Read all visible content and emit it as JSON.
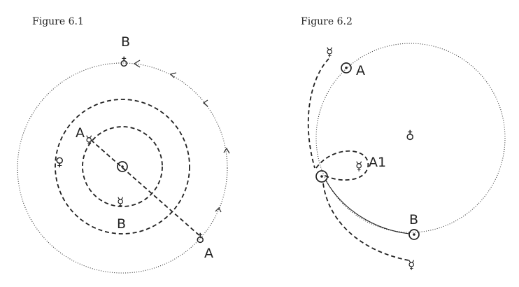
{
  "figure1": {
    "caption": "Figure 6.1",
    "label_B_outer": "B",
    "label_A_inner": "A",
    "label_B_inner": "B",
    "label_A_outer": "A",
    "sym_earth_B": "♁",
    "sym_mercury_A": "☿",
    "sym_mercury_B": "☿",
    "sym_venus": "♀",
    "sym_earth_A": "♁"
  },
  "figure2": {
    "caption": "Figure 6.2",
    "label_A": "A",
    "label_A1": "A1",
    "label_B": "B",
    "sym_mercury_top": "☿",
    "sym_earth_center": "♁",
    "sym_mercury_A1": "☿",
    "sym_mercury_bottom": "☿"
  }
}
